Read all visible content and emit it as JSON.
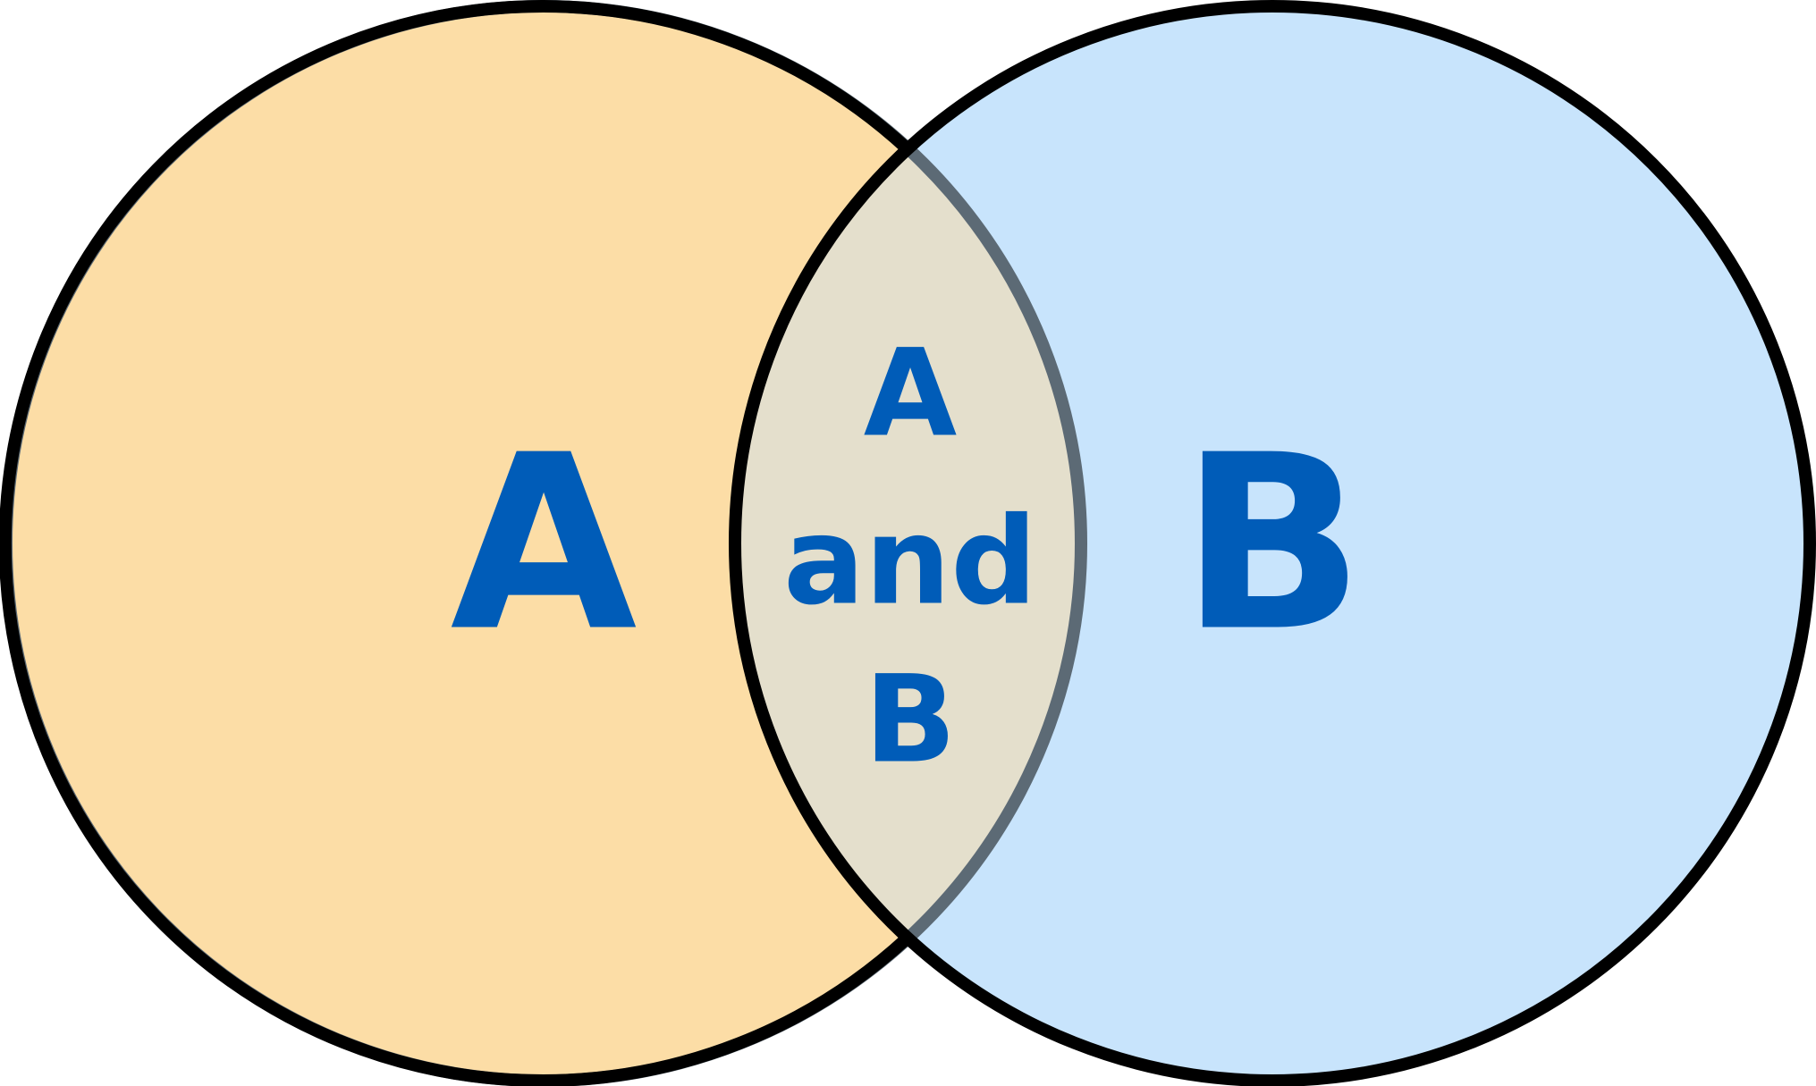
{
  "colors": {
    "set_a_fill": "#FCDDA6",
    "set_b_fill": "#C8E4FC",
    "overlap_fill": "#E4DFCC",
    "outline": "#000000",
    "inner_arc": "#5C6A75",
    "label": "#005CB8"
  },
  "diagram": {
    "set_a": {
      "label": "A"
    },
    "set_b": {
      "label": "B"
    },
    "intersection": {
      "line_1": "A",
      "line_2": "and",
      "line_3": "B"
    }
  }
}
